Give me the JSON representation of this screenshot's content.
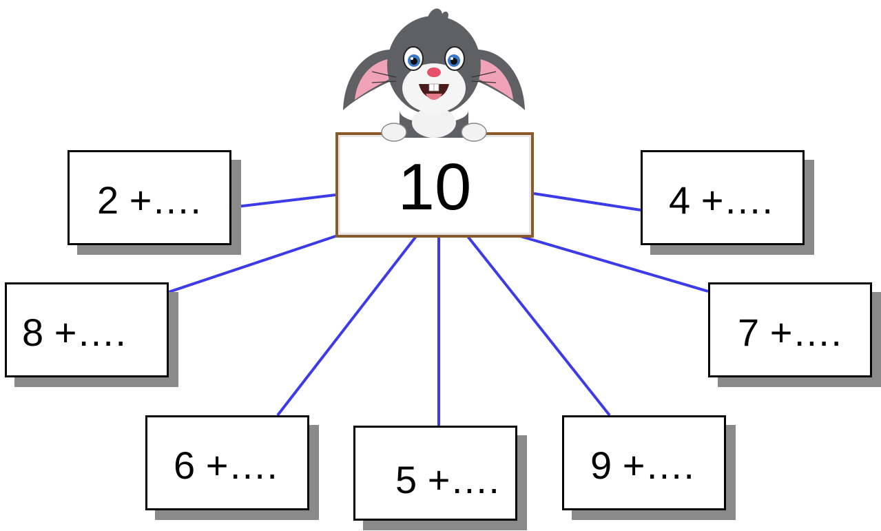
{
  "center": {
    "value": "10"
  },
  "boxes": {
    "two": "2 +….",
    "four": "4 +….",
    "eight": "8 +….",
    "seven": "7 +….",
    "six": "6 +….",
    "five": "5 +….",
    "nine": "9 +…."
  },
  "colors": {
    "connector": "#3b3bea",
    "board_frame": "#8b5a2b",
    "box_shadow": "#8a8a8a",
    "bunny_fur": "#5f6063",
    "bunny_ear_inner": "#f0a3b6"
  },
  "icons": {
    "mascot": "bunny-icon"
  }
}
